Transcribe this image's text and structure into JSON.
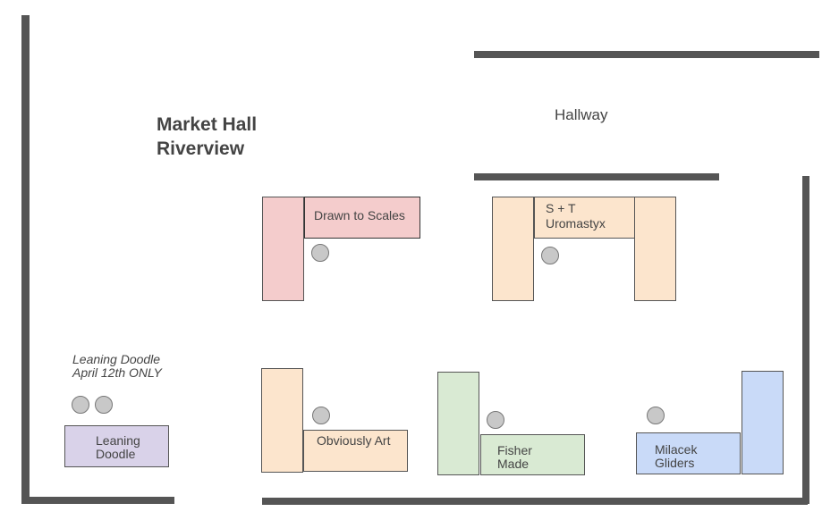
{
  "title": {
    "line1": "Market Hall",
    "line2": "Riverview"
  },
  "room_label": "Hallway",
  "note": {
    "line1": "Leaning Doodle",
    "line2": "April 12th ONLY"
  },
  "booths": {
    "drawn_to_scales": {
      "label": "Drawn to Scales",
      "color": "#f4cccc"
    },
    "st_uromastyx": {
      "label_line1": "S + T",
      "label_line2": "Uromastyx",
      "color": "#fce5cd"
    },
    "obviously_art": {
      "label": "Obviously Art",
      "color": "#fce5cd"
    },
    "fisher_made": {
      "label_line1": "Fisher",
      "label_line2": "Made",
      "color": "#d9ead3"
    },
    "milacek_gliders": {
      "label_line1": "Milacek",
      "label_line2": "Gliders",
      "color": "#c9daf8"
    },
    "leaning_doodle": {
      "label_line1": "Leaning",
      "label_line2": "Doodle",
      "color": "#d9d2e9"
    }
  },
  "colors": {
    "wall": "#555555",
    "chair": "#c8c8c8",
    "text": "#444444"
  }
}
